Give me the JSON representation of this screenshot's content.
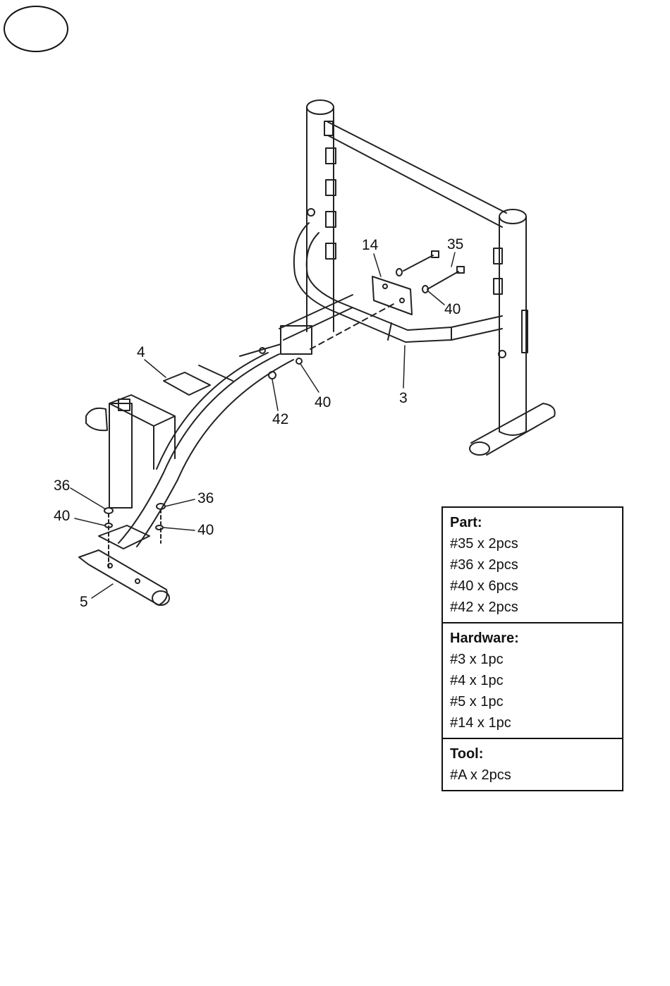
{
  "step": {
    "number": ""
  },
  "callouts": {
    "c14": "14",
    "c35": "35",
    "c40a": "40",
    "c4": "4",
    "c40b": "40",
    "c42": "42",
    "c3": "3",
    "c36a": "36",
    "c40c": "40",
    "c36b": "36",
    "c40d": "40",
    "c5": "5"
  },
  "parts_list": {
    "part": {
      "heading": "Part:",
      "items": [
        "#35 x 2pcs",
        "#36 x 2pcs",
        "#40 x 6pcs",
        "#42 x 2pcs"
      ]
    },
    "hardware": {
      "heading": "Hardware:",
      "items": [
        "#3 x 1pc",
        "#4 x 1pc",
        "#5 x 1pc",
        "#14 x 1pc"
      ]
    },
    "tool": {
      "heading": "Tool:",
      "items": [
        "#A x 2pcs"
      ]
    }
  }
}
